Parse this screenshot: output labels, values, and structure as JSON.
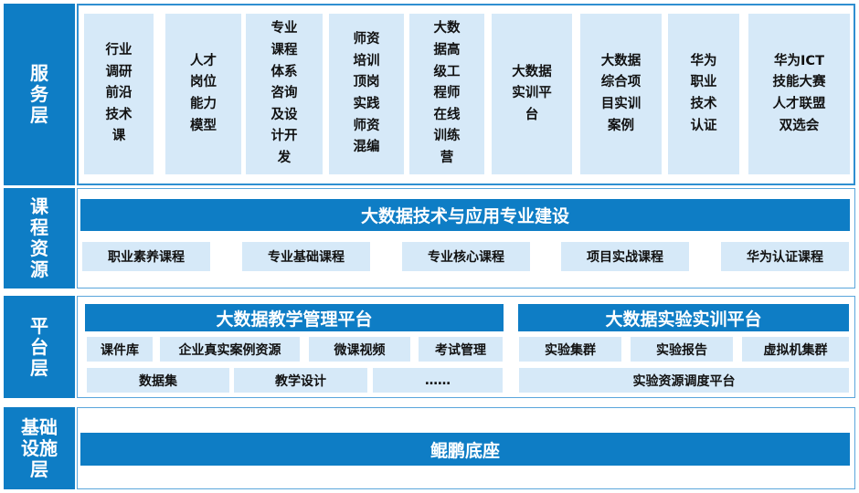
{
  "layers": {
    "service": "服务层",
    "course": "课程资源",
    "platform": "平台层",
    "infra": "基础设施层"
  },
  "service_items": [
    "行业调研前沿技术课",
    "人才岗位能力模型",
    "专业课程体系咨询及设计开发",
    "师资培训顶岗实践师资混编",
    "大数据高级工程师在线训练营",
    "大数据实训平台",
    "大数据综合项目实训案例",
    "华为职业技术认证",
    "华为ICT技能大赛人才联盟双选会"
  ],
  "course": {
    "title": "大数据技术与应用专业建设",
    "items": [
      "职业素养课程",
      "专业基础课程",
      "专业核心课程",
      "项目实战课程",
      "华为认证课程"
    ]
  },
  "platform": {
    "teaching": {
      "title": "大数据教学管理平台",
      "row1": [
        "课件库",
        "企业真实案例资源",
        "微课视频",
        "考试管理"
      ],
      "row2": [
        "数据集",
        "教学设计",
        "……"
      ]
    },
    "lab": {
      "title": "大数据实验实训平台",
      "row1": [
        "实验集群",
        "实验报告",
        "虚拟机集群"
      ],
      "row2": "实验资源调度平台"
    }
  },
  "infra": {
    "title": "鲲鹏底座"
  }
}
